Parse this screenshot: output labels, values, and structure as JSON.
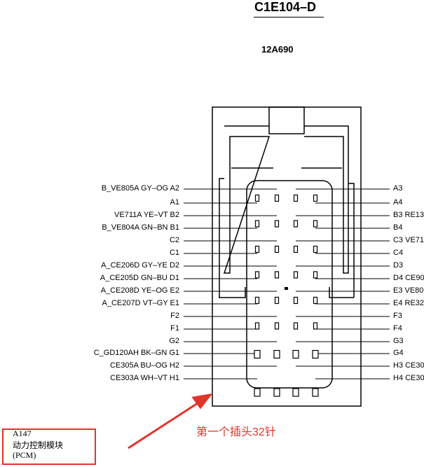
{
  "header": {
    "connector_code": "C1E104–D",
    "part_number": "12A690"
  },
  "pins_left": [
    {
      "label": "B_VE805A GY–OG A2"
    },
    {
      "label": "A1"
    },
    {
      "label": "VE711A YE–VT B2"
    },
    {
      "label": "B_VE804A GN–BN B1"
    },
    {
      "label": "C2"
    },
    {
      "label": "C1"
    },
    {
      "label": "A_CE206D GY–YE D2"
    },
    {
      "label": "A_CE205D GN–BU D1"
    },
    {
      "label": "A_CE208D YE–OG E2"
    },
    {
      "label": "A_CE207D VT–GY E1"
    },
    {
      "label": "F2"
    },
    {
      "label": "F1"
    },
    {
      "label": "G2"
    },
    {
      "label": "C_GD120AH BK–GN G1"
    },
    {
      "label": "CE305A BU–OG H2"
    },
    {
      "label": "CE303A WH–VT H1"
    }
  ],
  "pins_right": [
    {
      "label": "A3"
    },
    {
      "label": "A4"
    },
    {
      "label": "B3 RE13"
    },
    {
      "label": "B4"
    },
    {
      "label": "C3 VE71"
    },
    {
      "label": "C4"
    },
    {
      "label": "D3"
    },
    {
      "label": "D4 CE90"
    },
    {
      "label": "E3 VE80"
    },
    {
      "label": "E4 RE32"
    },
    {
      "label": "F3"
    },
    {
      "label": "F4"
    },
    {
      "label": "G3"
    },
    {
      "label": "G4"
    },
    {
      "label": "H3 CE30"
    },
    {
      "label": "H4 CE30"
    }
  ],
  "annotation": {
    "text": "第一个插头32针"
  },
  "component_box": {
    "line1": "A147",
    "line2": "动力控制模块",
    "line3": "(PCM)"
  },
  "colors": {
    "annotation": "#e0352b",
    "lines": "#000000"
  }
}
